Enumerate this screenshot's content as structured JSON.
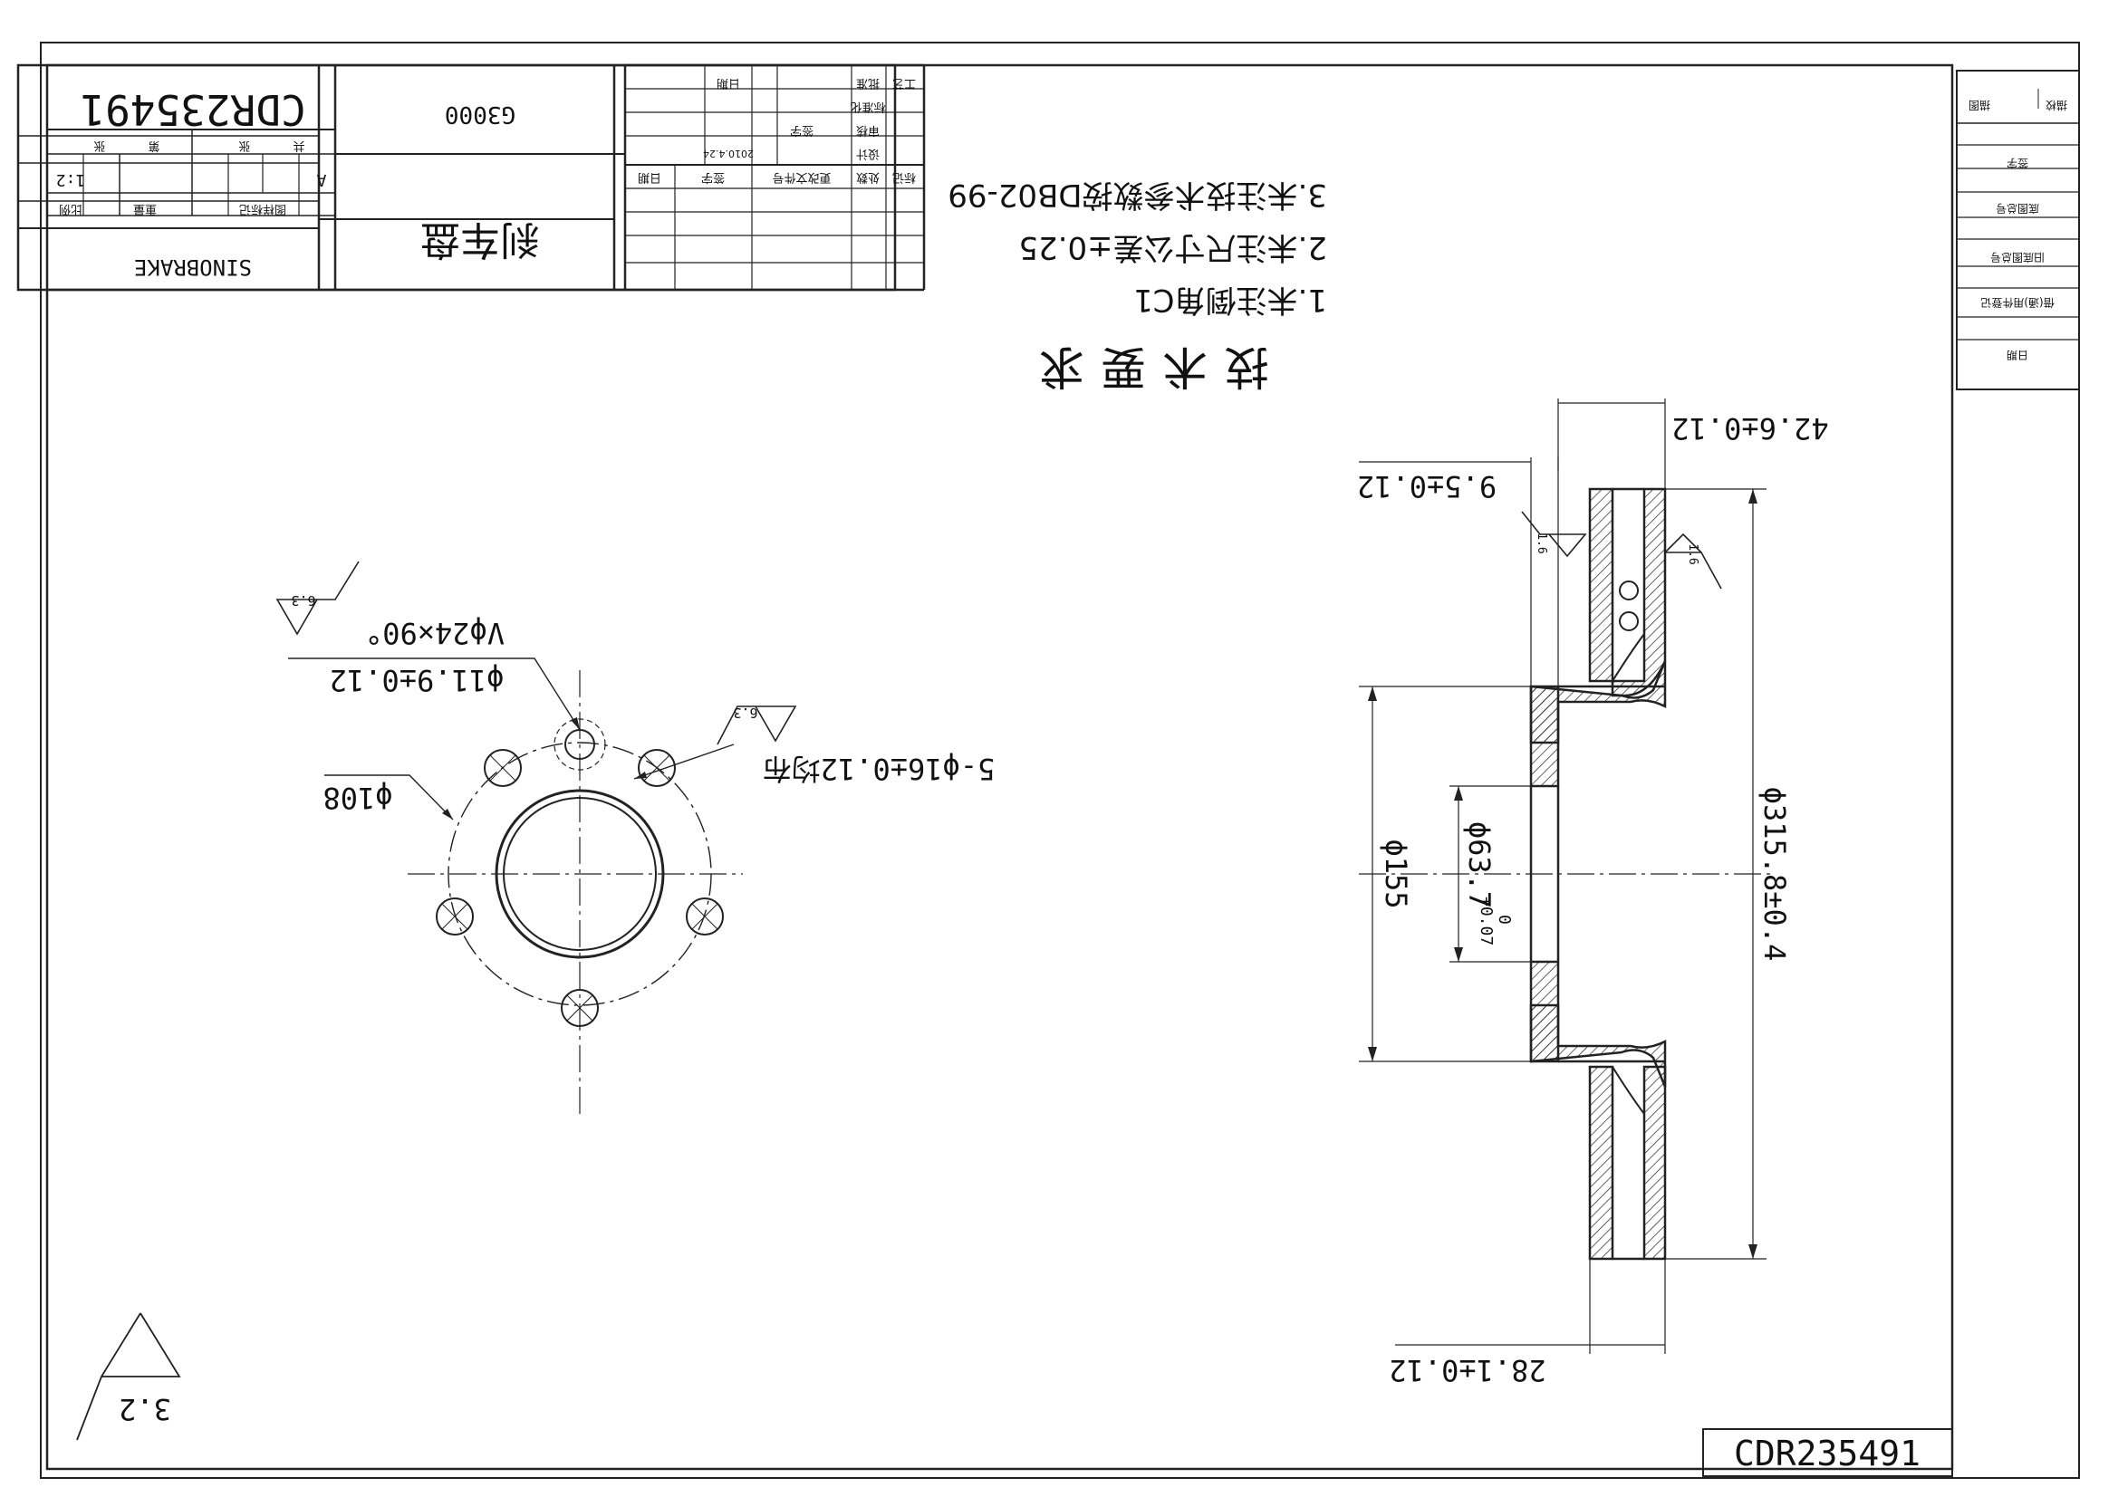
{
  "drawing_number": "CDR235491",
  "part_code": "G3000",
  "part_name": "刹车盘",
  "company": "SINOBRAKE",
  "scale": "1:2",
  "sheet_mark": "A",
  "date": "2010.4.24",
  "requirements": {
    "heading": "技术要求",
    "items": [
      "1.未注倒角C1",
      "2.未注尺寸公差±0.25",
      "3.未注技术参数按DB02-99"
    ]
  },
  "title_block": {
    "row1": [
      "图样标记",
      "重量",
      "比例"
    ],
    "row2": [
      "共",
      "张",
      "第",
      "张"
    ],
    "change_headers": [
      "标记",
      "处数",
      "更改文件号",
      "签字",
      "日期"
    ],
    "sign_labels": [
      "设计",
      "审核",
      "标准化",
      "批准",
      "工艺"
    ],
    "sign_extra": [
      "日期",
      "签字"
    ]
  },
  "side_block": [
    "借(通)用件登记",
    "旧底图总号",
    "底图总号",
    "签字",
    "日期"
  ],
  "side_header": [
    "描图",
    "描校"
  ],
  "dimensions": {
    "thickness_total": "42.6±0.12",
    "flange": "9.5±0.12",
    "outer_dia": "ϕ315.8±0.4",
    "hub_dia": "ϕ155",
    "bore": "ϕ63.7",
    "bore_tol_upper": "+0.07",
    "bore_tol_lower": "0",
    "disc_thickness": "28.1±0.12",
    "pcd": "ϕ108",
    "bolt_holes": "5-ϕ16±0.12均布",
    "pilot_hole": "ϕ11.9±0.12",
    "countersink": "Vϕ24×90°"
  },
  "roughness": {
    "face_left": "1.6",
    "face_right": "1.6",
    "holes": "6.3",
    "countersink": "6.3",
    "general": "3.2"
  }
}
